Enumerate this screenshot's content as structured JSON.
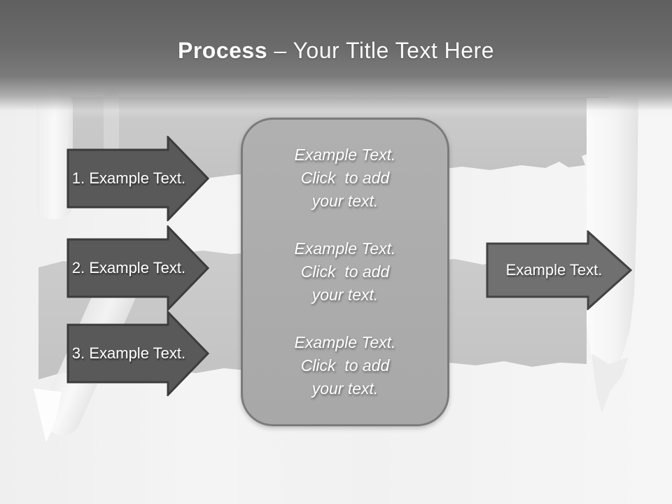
{
  "header": {
    "title_bold": "Process",
    "title_rest": " – Your Title Text Here"
  },
  "process_arrows": [
    {
      "label": "1. Example Text."
    },
    {
      "label": "2. Example Text."
    },
    {
      "label": "3. Example Text."
    }
  ],
  "center_box": {
    "placeholders": [
      {
        "text": "Example Text.\nClick  to add\nyour text."
      },
      {
        "text": "Example Text.\nClick  to add\nyour text."
      },
      {
        "text": "Example Text.\nClick  to add\nyour text."
      }
    ]
  },
  "result_arrow": {
    "label": "Example Text."
  },
  "colors": {
    "header_dark": "#606060",
    "step_arrow_fill": "#595959",
    "step_arrow_border": "#3c3c3c",
    "result_arrow_fill": "#707070",
    "box_fill": "#ababab",
    "box_border": "#7b7b7b",
    "torn_paper_gray": "#c7c7c7",
    "background": "#f2f2f2",
    "text": "#ffffff"
  }
}
